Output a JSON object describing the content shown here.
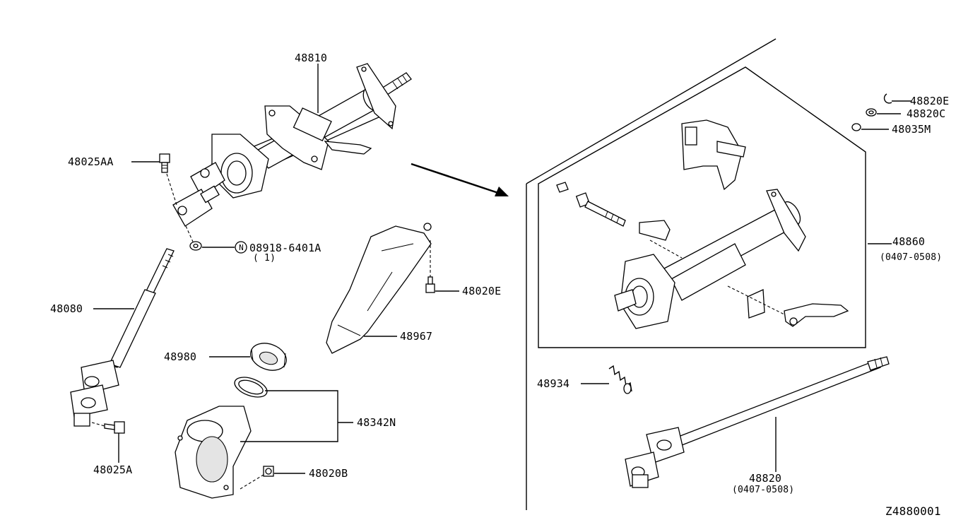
{
  "diagram": {
    "parts": {
      "p48810": "48810",
      "p48025AA": "48025AA",
      "p08918": "08918-6401A",
      "p08918_qty": "( 1)",
      "p08918_marker": "N",
      "p48080": "48080",
      "p48025A": "48025A",
      "p48980": "48980",
      "p48342N": "48342N",
      "p48020B": "48020B",
      "p48967": "48967",
      "p48020E": "48020E",
      "p48820E": "48820E",
      "p48820C": "48820C",
      "p48035M": "48035M",
      "p48860": "48860",
      "p48860_range": "(0407-0508)",
      "p48934": "48934",
      "p48820": "48820",
      "p48820_range": "(0407-0508)"
    },
    "figure_id": "Z4880001"
  }
}
